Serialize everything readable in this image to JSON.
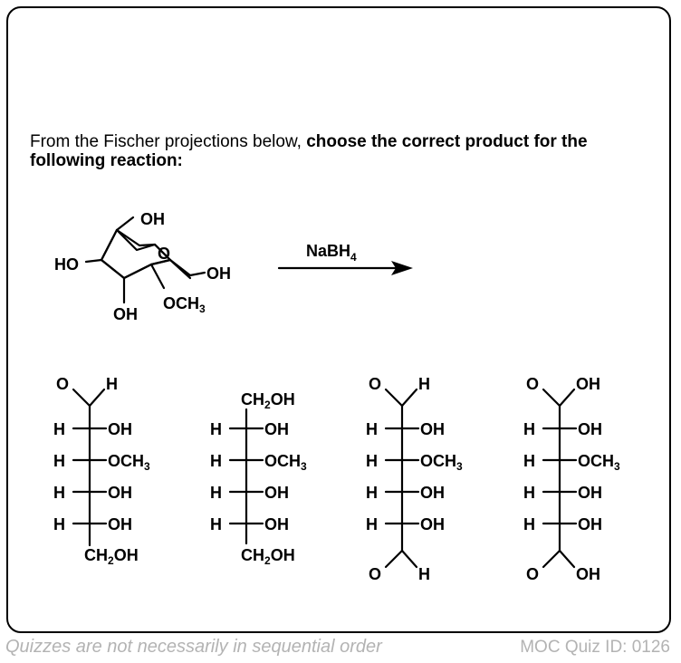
{
  "question": {
    "intro": "From the Fischer projections below, ",
    "emphasis": "choose the correct product for the following reaction:"
  },
  "reaction": {
    "reagent": "NaBH",
    "reagent_sub": "4"
  },
  "labels": {
    "OH": "OH",
    "HO": "HO",
    "H": "H",
    "O": "O",
    "OCH": "OCH",
    "CH": "CH",
    "OH_tail": "OH",
    "sub3": "3",
    "sub2": "2"
  },
  "footer": {
    "left": "Quizzes are not necessarily in sequential order",
    "right": "MOC Quiz ID: 0126"
  }
}
